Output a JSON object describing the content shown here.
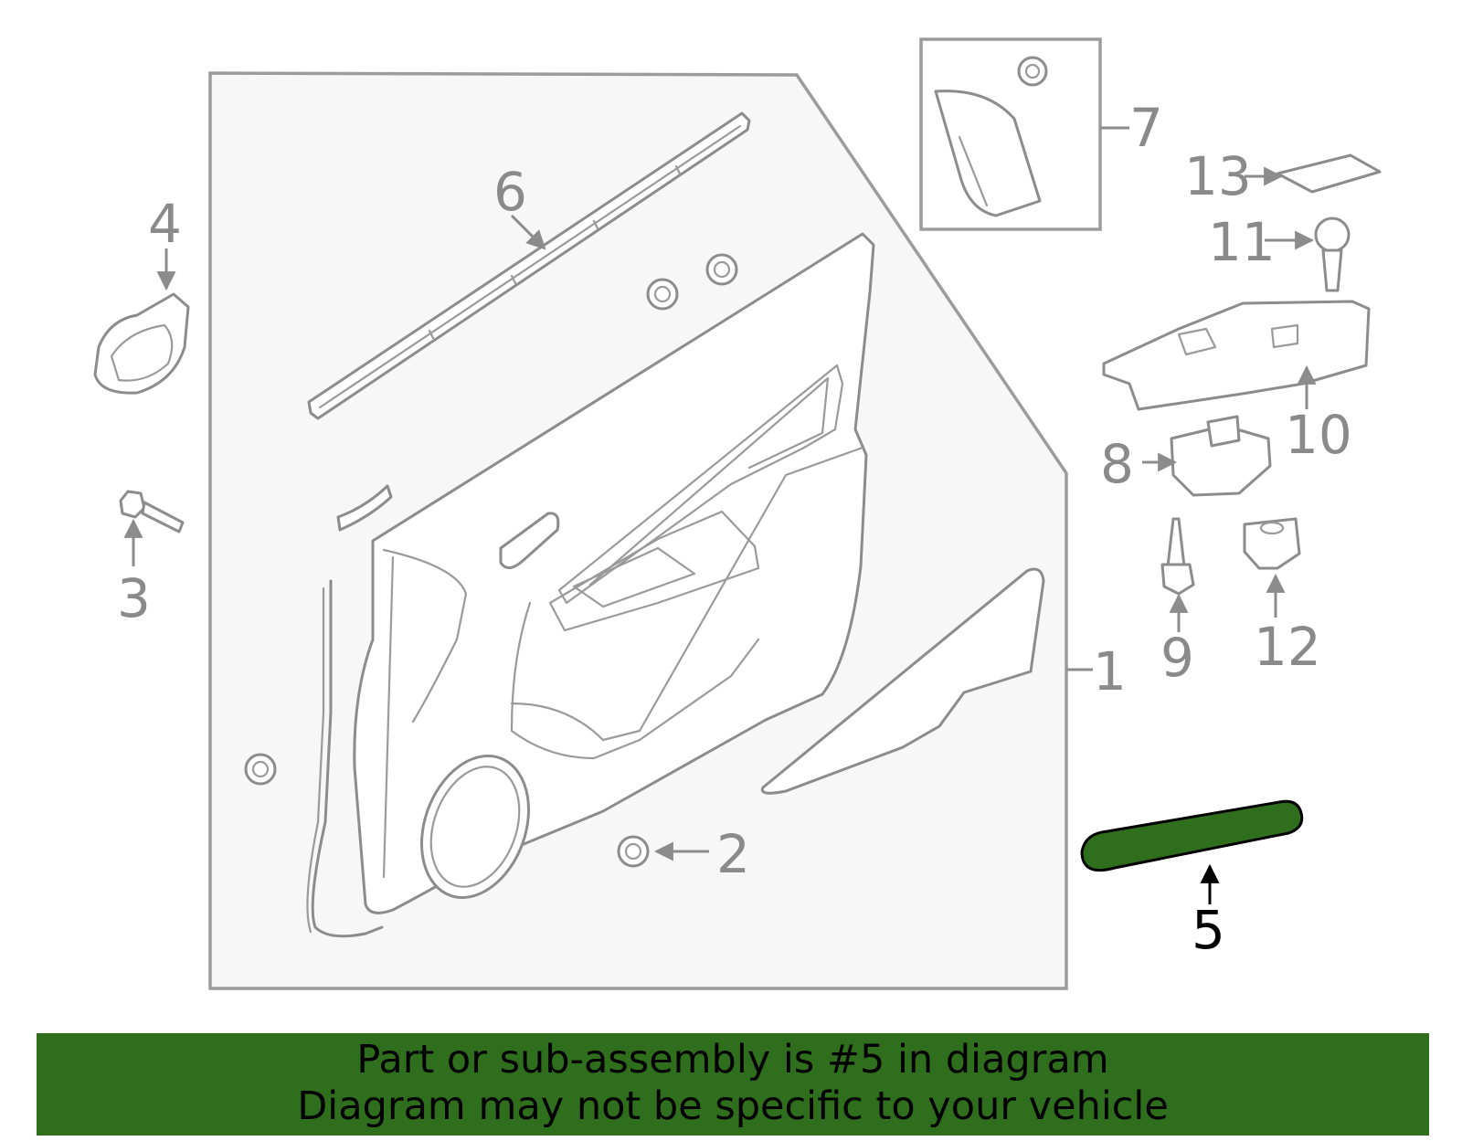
{
  "diagram": {
    "callouts": {
      "c1": "1",
      "c2": "2",
      "c3": "3",
      "c4": "4",
      "c5": "5",
      "c6": "6",
      "c7": "7",
      "c8": "8",
      "c9": "9",
      "c10": "10",
      "c11": "11",
      "c12": "12",
      "c13": "13"
    },
    "highlighted_part": "5",
    "colors": {
      "line_gray": "#8c8c8c",
      "panel_fill": "#f7f7f7",
      "highlight_green": "#2f6e1c",
      "highlight_outline": "#000000"
    }
  },
  "banner": {
    "line1": "Part or sub-assembly is #5 in diagram",
    "line2": "Diagram may not be specific to your vehicle",
    "background": "#2f6e1c"
  }
}
